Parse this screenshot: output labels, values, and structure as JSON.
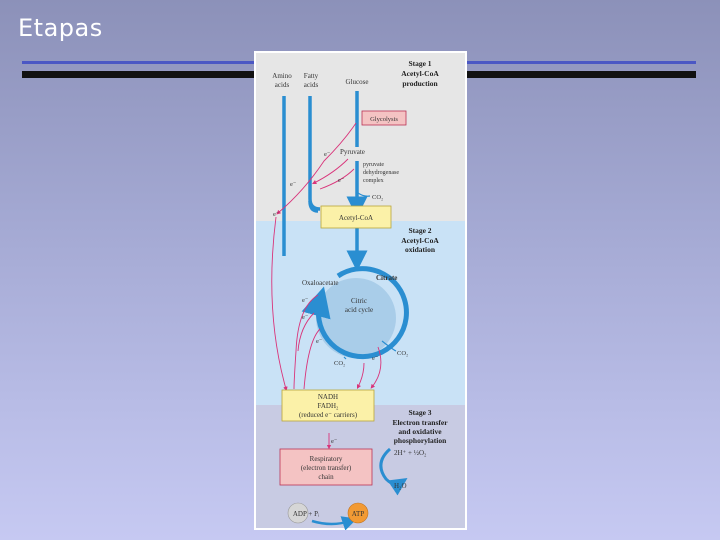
{
  "slide": {
    "title": "Etapas"
  },
  "figure": {
    "stage1": {
      "line1": "Stage 1",
      "line2": "Acetyl-CoA",
      "line3": "production"
    },
    "stage2": {
      "line1": "Stage 2",
      "line2": "Acetyl-CoA",
      "line3": "oxidation"
    },
    "stage3": {
      "line1": "Stage 3",
      "line2": "Electron transfer",
      "line3": "and oxidative",
      "line4": "phosphorylation"
    },
    "inputs": {
      "amino_1": "Amino",
      "amino_2": "acids",
      "fatty_1": "Fatty",
      "fatty_2": "acids",
      "glucose": "Glucose"
    },
    "glycolysis": "Glycolysis",
    "pyruvate": "Pyruvate",
    "pdh_1": "pyruvate",
    "pdh_2": "dehydrogenase",
    "pdh_3": "complex",
    "co2": "CO₂",
    "acetyl_coa": "Acetyl-CoA",
    "citrate": "Citrate",
    "oxaloacetate": "Oxaloacetate",
    "cycle_1": "Citric",
    "cycle_2": "acid cycle",
    "electron": "e⁻",
    "nadh_1": "NADH",
    "nadh_2": "FADH₂",
    "nadh_3": "(reduced e⁻ carriers)",
    "chain_1": "Respiratory",
    "chain_2": "(electron transfer)",
    "chain_3": "chain",
    "oxygen": "2H⁺ + ½O₂",
    "water": "H₂O",
    "adp": "ADP + Pᵢ",
    "atp": "ATP",
    "colors": {
      "stage1_bg": "#e6e6e6",
      "stage2_bg": "#c9e2f6",
      "stage3_bg": "#c8cbe3",
      "arrow_blue": "#2a8ed1",
      "electron_pink": "#d9347a",
      "box_yellow": "#fbf1a8",
      "box_pink": "#f4c3c3",
      "atp_orange": "#f29a34"
    }
  }
}
